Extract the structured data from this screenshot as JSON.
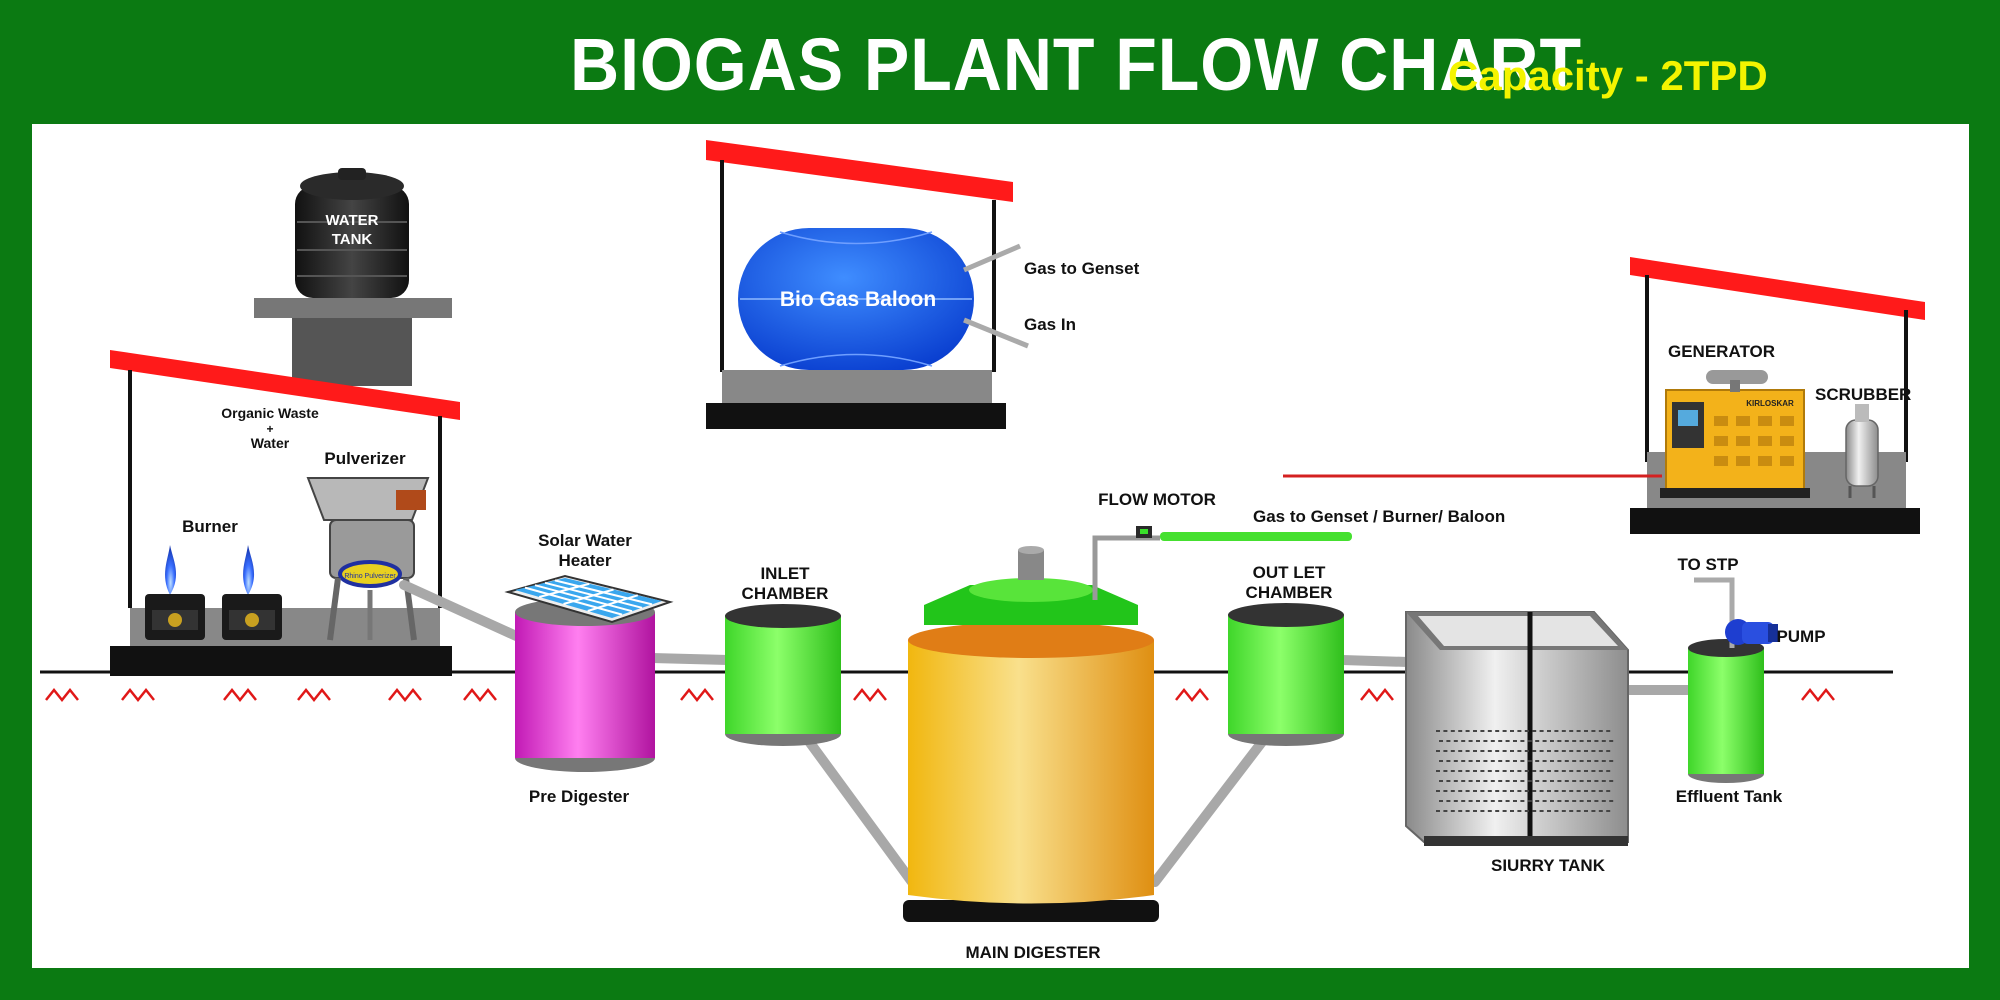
{
  "header": {
    "title": "BIOGAS PLANT FLOW CHART",
    "capacity": "Capacity - 2TPD"
  },
  "colors": {
    "background": "#0b7a12",
    "title": "#ffffff",
    "capacity": "#f4f400",
    "roof": "#ff1a1a",
    "ground_mark": "#e01818"
  },
  "labels": {
    "water_tank": [
      "WATER",
      "TANK"
    ],
    "organic_waste": [
      "Organic Waste",
      "+",
      "Water"
    ],
    "pulverizer": "Pulverizer",
    "burner": "Burner",
    "solar_heater": [
      "Solar Water",
      "Heater"
    ],
    "pre_digester": "Pre Digester",
    "inlet_chamber": [
      "INLET",
      "CHAMBER"
    ],
    "main_digester": "MAIN DIGESTER",
    "flow_motor": "FLOW MOTOR",
    "gas_to_all": "Gas to Genset / Burner/ Baloon",
    "outlet_chamber": [
      "OUT LET",
      "CHAMBER"
    ],
    "slurry_tank": "SIURRY TANK",
    "to_stp": "TO STP",
    "pump": "PUMP",
    "effluent_tank": "Effluent Tank",
    "gas_balloon": "Bio Gas Baloon",
    "gas_to_genset": "Gas to Genset",
    "gas_in": "Gas In",
    "generator": "GENERATOR",
    "scrubber": "SCRUBBER",
    "genset_brand": "KIRLOSKAR",
    "pulverizer_plate": "Rhino Pulverizer"
  }
}
